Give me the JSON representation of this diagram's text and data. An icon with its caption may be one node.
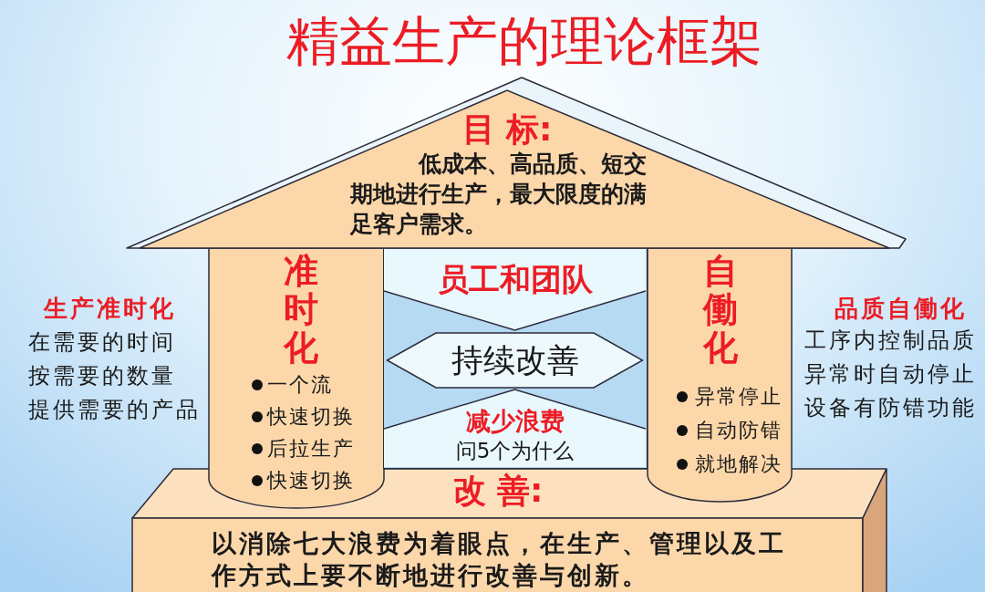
{
  "diagram": {
    "title": "精益生产的理论框架",
    "nodes": [
      {
        "text": [
          "目 标:",
          "低成本、高品质、短交期地进行生产，最大限度的满足客户需求。"
        ]
      },
      {
        "text": [
          "准时化",
          "一个流",
          "快速切换",
          "后拉生产",
          "快速切换"
        ],
        "beside": [
          "生产准时化",
          "在需要的时间",
          "按需要的数量",
          "提供需要的产品"
        ]
      },
      {
        "text": [],
        "shape": "box"
      },
      {
        "text": [
          "员工和团队"
        ],
        "in": 2
      },
      {
        "text": [
          "持续改善"
        ],
        "in": 2
      },
      {
        "text": [
          "减少浪费",
          "问5个为什么"
        ],
        "in": 2
      },
      {
        "text": [
          "自働化",
          "异常停止",
          "自动防错",
          "就地解决"
        ],
        "beside": [
          "品质自働化",
          "工序内控制品质",
          "异常时自动停止",
          "设备有防错功能"
        ]
      },
      {
        "text": [
          "改 善:",
          "以消除七大浪费为着眼点，在生产、管理以及工作方式上要不断地进行改善与创新。"
        ]
      }
    ]
  }
}
